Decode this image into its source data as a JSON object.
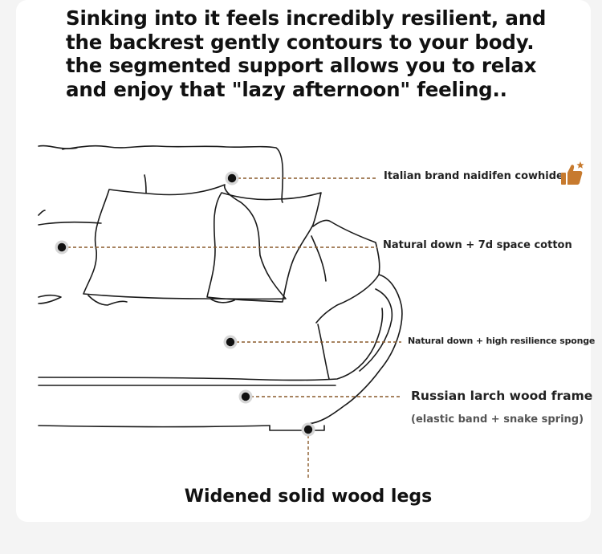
{
  "headline": {
    "line1": "Sinking into it feels incredibly resilient, and",
    "line2": "the backrest gently contours to your body.",
    "line3": "the segmented support allows you to relax",
    "line4": "and enjoy that \"lazy afternoon\" feeling.."
  },
  "callouts": {
    "backrest_leather": "Italian brand naidifen cowhide",
    "pillow_fill": "Natural down + 7d space cotton",
    "seat_fill": "Natural down + high resilience sponge",
    "frame": "Russian larch wood frame",
    "frame_detail": "(elastic band + snake spring)",
    "legs": "Widened solid wood legs"
  },
  "icons": {
    "thumb": "thumbs-up-star-icon"
  },
  "colors": {
    "leader_line": "#8a5a2b",
    "accent": "#c77a2e",
    "marker": "#111111"
  }
}
